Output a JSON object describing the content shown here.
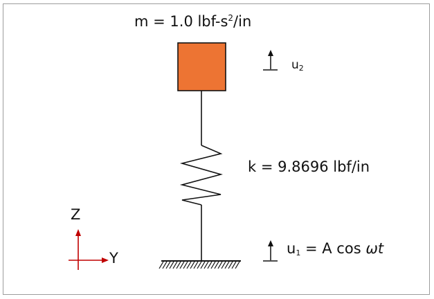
{
  "mass": {
    "label_prefix": "m = 1.0 lbf-s",
    "label_exponent": "2",
    "label_suffix": "/in",
    "fill_color": "#ed7433"
  },
  "spring": {
    "label": "k = 9.8696 lbf/in"
  },
  "displacement_top": {
    "symbol": "u",
    "subscript": "2"
  },
  "displacement_base": {
    "symbol": "u",
    "subscript": "1",
    "equation": " = A cos ",
    "omega_t": "ωt"
  },
  "axes": {
    "z_label": "Z",
    "y_label": "Y",
    "color": "#c00000"
  }
}
